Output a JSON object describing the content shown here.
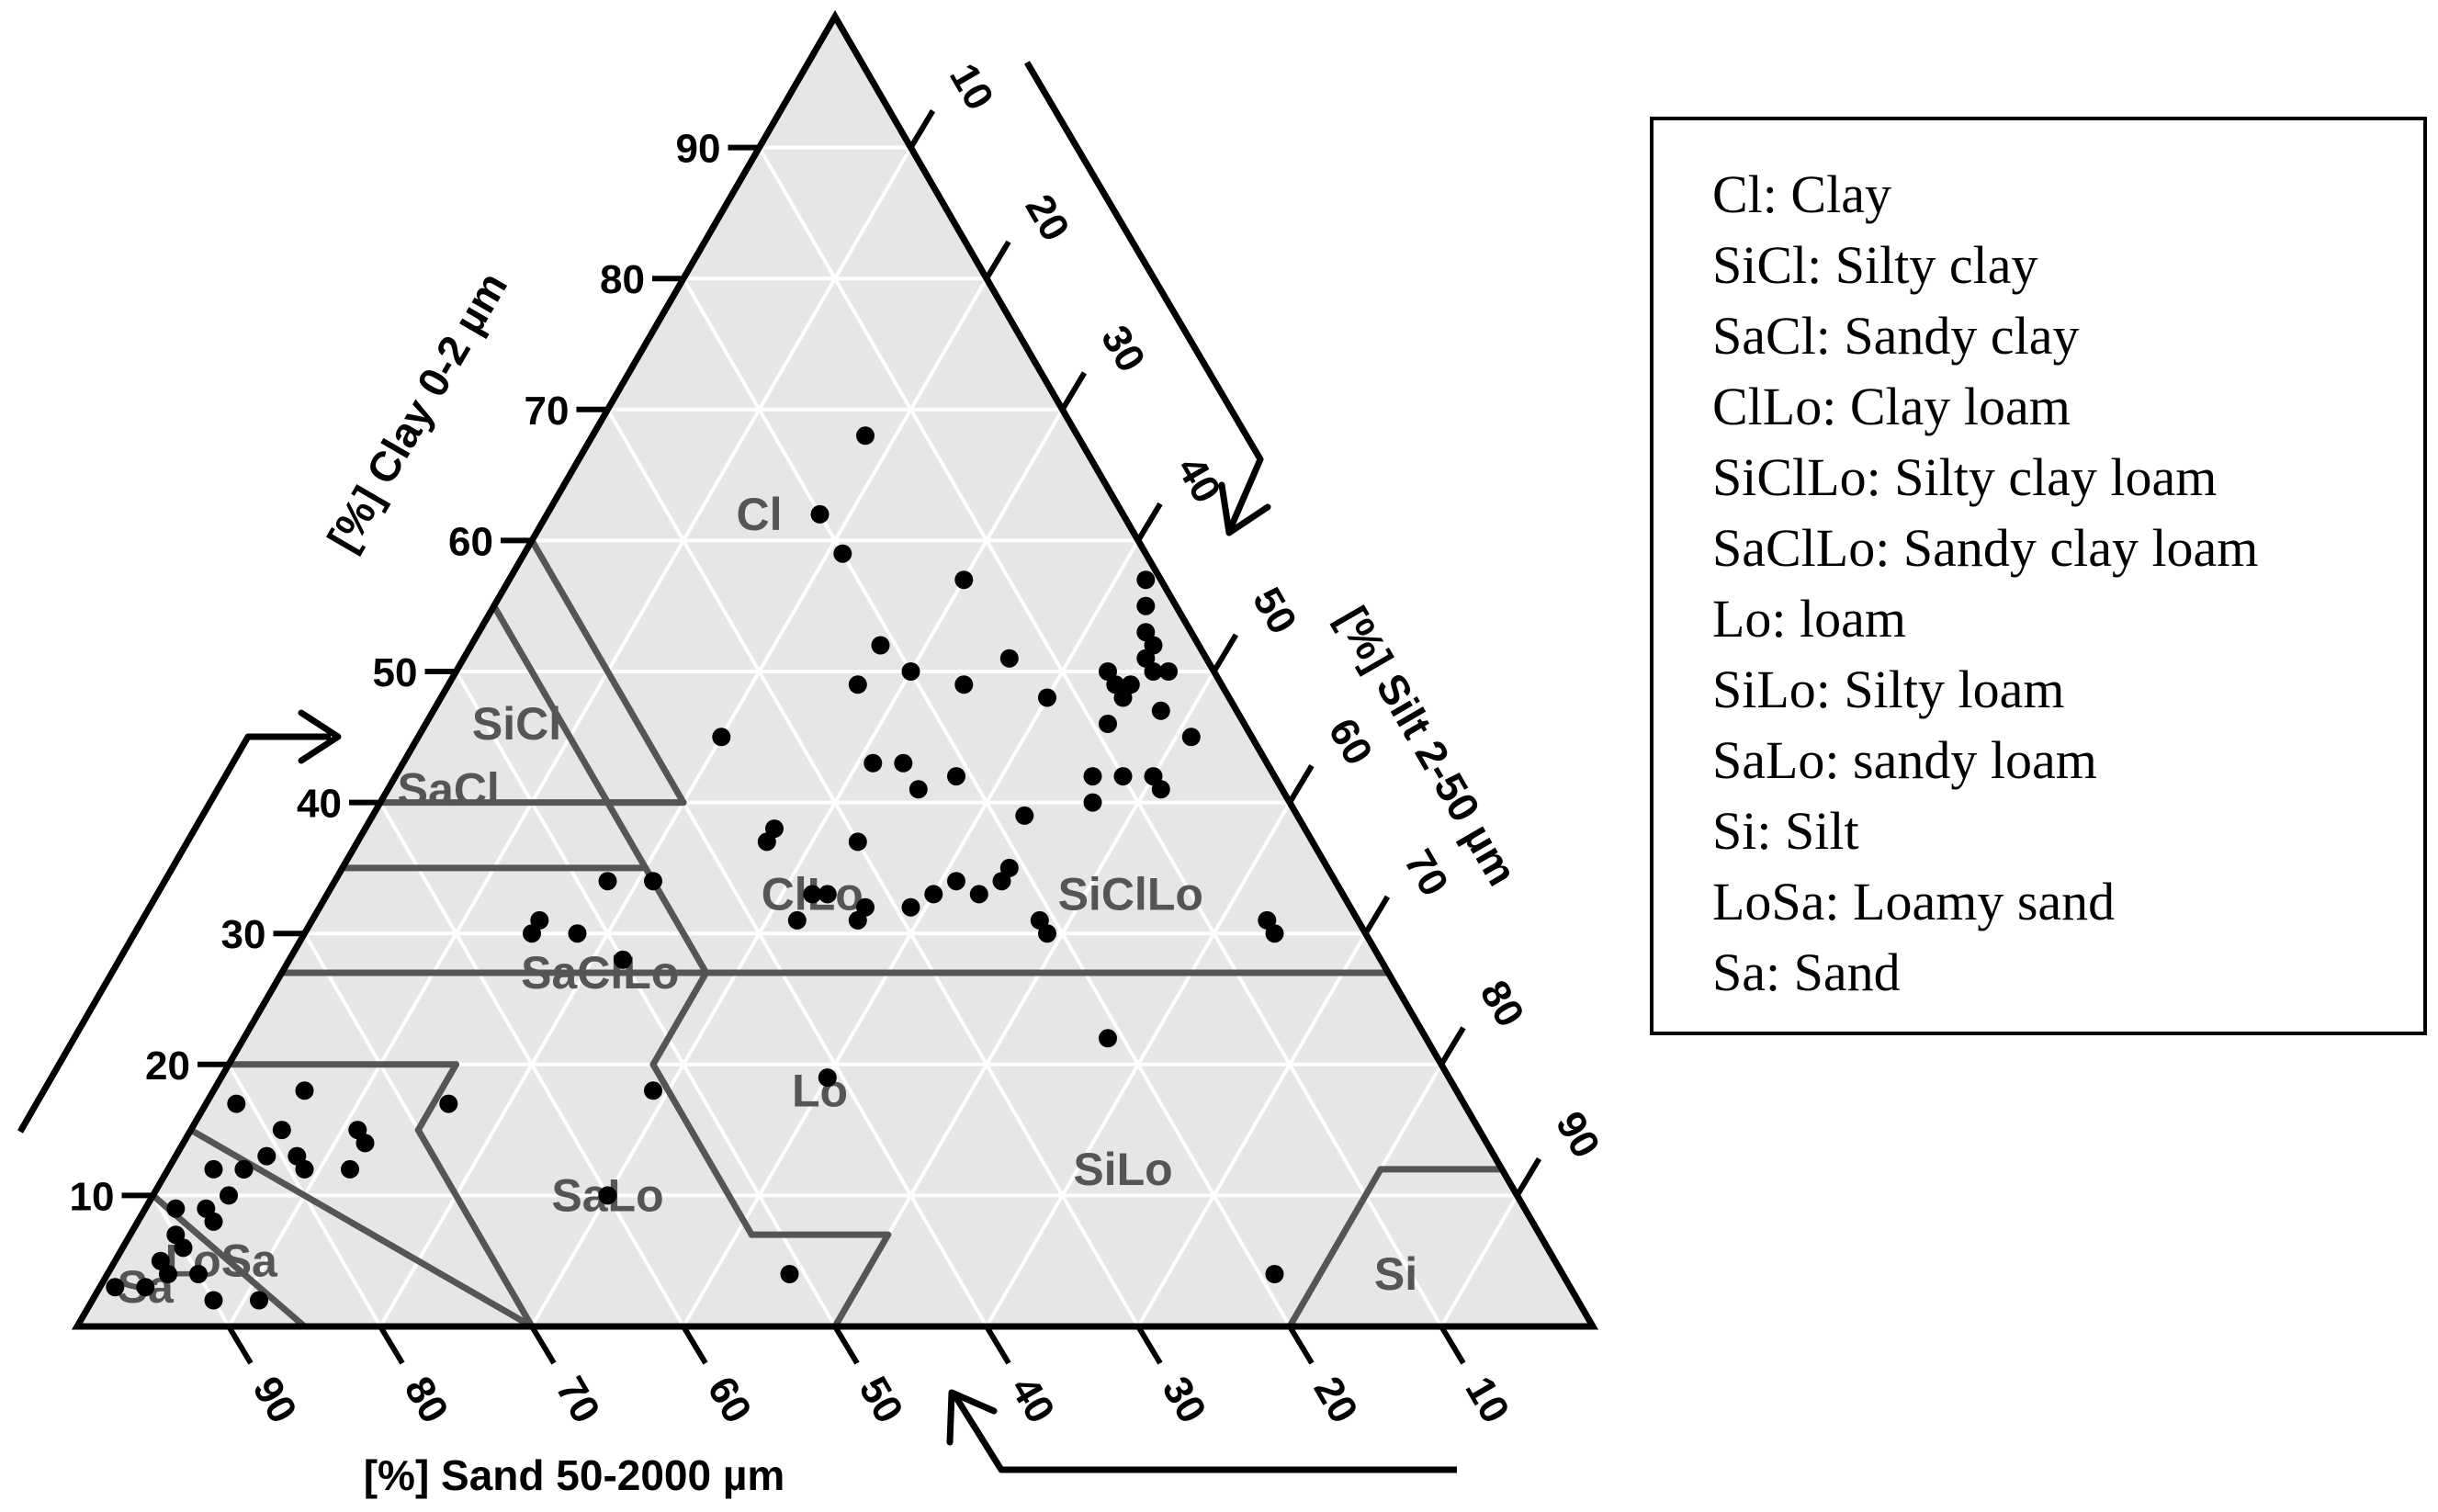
{
  "chart_data": {
    "type": "scatter",
    "subtype": "ternary",
    "axes": {
      "clay": {
        "title": "[%] Clay 0-2 µm",
        "ticks": [
          10,
          20,
          30,
          40,
          50,
          60,
          70,
          80,
          90
        ]
      },
      "silt": {
        "title": "[%] Silt 2-50 µm",
        "ticks": [
          10,
          20,
          30,
          40,
          50,
          60,
          70,
          80,
          90
        ]
      },
      "sand": {
        "title": "[%] Sand 50-2000 µm",
        "ticks": [
          90,
          80,
          70,
          60,
          50,
          40,
          30,
          20,
          10
        ]
      }
    },
    "grid": true,
    "colors": {
      "triangle_fill": "#e6e6e6",
      "grid": "#ffffff",
      "boundary": "#555555",
      "point": "#000000"
    },
    "regions": [
      {
        "code": "Cl",
        "polygon": [
          [
            100,
            0,
            0
          ],
          [
            55,
            0,
            45
          ],
          [
            40,
            15,
            45
          ],
          [
            40,
            20,
            40
          ],
          [
            60,
            0,
            40
          ]
        ],
        "label_at": [
          62,
          14,
          24
        ]
      },
      {
        "code": "SiCl",
        "polygon": [
          [
            60,
            0,
            40
          ],
          [
            40,
            20,
            40
          ],
          [
            40,
            0,
            60
          ]
        ],
        "label_at": [
          46,
          6,
          48
        ]
      },
      {
        "code": "SaCl",
        "polygon": [
          [
            55,
            0,
            45
          ],
          [
            35,
            20,
            45
          ],
          [
            35,
            0,
            65
          ]
        ],
        "label_at": [
          41,
          4,
          55
        ]
      },
      {
        "code": "ClLo",
        "polygon": [
          [
            40,
            20,
            40
          ],
          [
            40,
            15,
            45
          ],
          [
            27,
            28,
            45
          ],
          [
            27,
            0,
            73
          ]
        ],
        "label_at": [
          33,
          32,
          35
        ]
      },
      {
        "code": "SiClLo",
        "polygon": [
          [
            40,
            20,
            40
          ],
          [
            40,
            0,
            60
          ],
          [
            27,
            0,
            73
          ],
          [
            27,
            20,
            53
          ]
        ],
        "label_at": [
          33,
          53,
          14
        ]
      },
      {
        "code": "SaClLo",
        "polygon": [
          [
            35,
            0,
            65
          ],
          [
            20,
            0,
            80
          ],
          [
            20,
            28,
            52
          ],
          [
            27,
            28,
            45
          ],
          [
            35,
            20,
            45
          ]
        ],
        "label_at": [
          27,
          21,
          52
        ]
      },
      {
        "code": "Lo",
        "polygon": [
          [
            27,
            28,
            45
          ],
          [
            20,
            28,
            52
          ],
          [
            7,
            41,
            52
          ],
          [
            7,
            50,
            43
          ],
          [
            27,
            50,
            23
          ]
        ],
        "label_at": [
          18,
          40,
          42
        ]
      },
      {
        "code": "SiLo",
        "polygon": [
          [
            27,
            50,
            23
          ],
          [
            7,
            50,
            43
          ],
          [
            0,
            50,
            50
          ],
          [
            0,
            80,
            20
          ],
          [
            12,
            80,
            8
          ],
          [
            12,
            88,
            0
          ],
          [
            27,
            73,
            0
          ]
        ],
        "label_at": [
          12,
          63,
          25
        ]
      },
      {
        "code": "SaLo",
        "polygon": [
          [
            20,
            0,
            80
          ],
          [
            0,
            0,
            100
          ],
          [
            0,
            30,
            70
          ],
          [
            15,
            15,
            70
          ],
          [
            20,
            15,
            65
          ]
        ],
        "label_at": [
          10,
          30,
          60
        ]
      },
      {
        "code": "Si",
        "polygon": [
          [
            12,
            88,
            0
          ],
          [
            12,
            80,
            8
          ],
          [
            0,
            80,
            20
          ],
          [
            0,
            100,
            0
          ]
        ],
        "label_at": [
          4,
          85,
          11
        ]
      },
      {
        "code": "LoSa",
        "polygon": [
          [
            15,
            0,
            85
          ],
          [
            10,
            0,
            90
          ],
          [
            0,
            15,
            85
          ],
          [
            0,
            30,
            70
          ]
        ],
        "label_at": [
          5,
          7,
          88
        ]
      },
      {
        "code": "Sa",
        "polygon": [
          [
            10,
            0,
            90
          ],
          [
            0,
            0,
            100
          ],
          [
            0,
            15,
            85
          ]
        ],
        "label_at": [
          3,
          3,
          94
        ]
      }
    ],
    "boundaries": [
      [
        [
          55,
          0,
          45
        ],
        [
          35,
          20,
          45
        ]
      ],
      [
        [
          35,
          20,
          45
        ],
        [
          27,
          28,
          45
        ]
      ],
      [
        [
          27,
          28,
          45
        ],
        [
          20,
          28,
          52
        ]
      ],
      [
        [
          20,
          28,
          52
        ],
        [
          7,
          41,
          52
        ]
      ],
      [
        [
          7,
          41,
          52
        ],
        [
          7,
          50,
          43
        ]
      ],
      [
        [
          7,
          50,
          43
        ],
        [
          0,
          50,
          50
        ]
      ],
      [
        [
          40,
          0,
          60
        ],
        [
          40,
          20,
          40
        ]
      ],
      [
        [
          40,
          20,
          40
        ],
        [
          60,
          0,
          40
        ]
      ],
      [
        [
          35,
          0,
          65
        ],
        [
          35,
          20,
          45
        ]
      ],
      [
        [
          40,
          15,
          45
        ],
        [
          40,
          20,
          40
        ]
      ],
      [
        [
          27,
          0,
          73
        ],
        [
          27,
          28,
          45
        ]
      ],
      [
        [
          27,
          28,
          45
        ],
        [
          27,
          50,
          23
        ]
      ],
      [
        [
          27,
          50,
          23
        ],
        [
          27,
          73,
          0
        ]
      ],
      [
        [
          20,
          0,
          80
        ],
        [
          20,
          15,
          65
        ]
      ],
      [
        [
          20,
          15,
          65
        ],
        [
          15,
          15,
          70
        ]
      ],
      [
        [
          15,
          15,
          70
        ],
        [
          0,
          30,
          70
        ]
      ],
      [
        [
          12,
          88,
          0
        ],
        [
          12,
          80,
          8
        ]
      ],
      [
        [
          12,
          80,
          8
        ],
        [
          0,
          80,
          20
        ]
      ],
      [
        [
          15,
          0,
          85
        ],
        [
          0,
          30,
          70
        ]
      ],
      [
        [
          10,
          0,
          90
        ],
        [
          0,
          15,
          85
        ]
      ]
    ],
    "points": [
      [
        68,
        18,
        14
      ],
      [
        62,
        18,
        20
      ],
      [
        59,
        21,
        20
      ],
      [
        57,
        30,
        13
      ],
      [
        52,
        27,
        21
      ],
      [
        51,
        36,
        13
      ],
      [
        49,
        27,
        24
      ],
      [
        49,
        34,
        17
      ],
      [
        50,
        30,
        20
      ],
      [
        45,
        20,
        35
      ],
      [
        43,
        31,
        26
      ],
      [
        43,
        33,
        24
      ],
      [
        41,
        35,
        24
      ],
      [
        42,
        37,
        21
      ],
      [
        48,
        40,
        12
      ],
      [
        50,
        43,
        7
      ],
      [
        49,
        44,
        7
      ],
      [
        49,
        45,
        6
      ],
      [
        48,
        45,
        7
      ],
      [
        50,
        47,
        3
      ],
      [
        50,
        46,
        4
      ],
      [
        51,
        45,
        4
      ],
      [
        52,
        45,
        3
      ],
      [
        53,
        44,
        3
      ],
      [
        55,
        43,
        2
      ],
      [
        57,
        42,
        1
      ],
      [
        47,
        48,
        5
      ],
      [
        46,
        45,
        9
      ],
      [
        45,
        51,
        4
      ],
      [
        42,
        48,
        10
      ],
      [
        42,
        46,
        12
      ],
      [
        42,
        50,
        8
      ],
      [
        41,
        51,
        8
      ],
      [
        40,
        47,
        13
      ],
      [
        39,
        43,
        18
      ],
      [
        38,
        27,
        35
      ],
      [
        37,
        27,
        36
      ],
      [
        37,
        33,
        30
      ],
      [
        34,
        41,
        25
      ],
      [
        35,
        44,
        21
      ],
      [
        34,
        44,
        22
      ],
      [
        32,
        39,
        29
      ],
      [
        33,
        43,
        24
      ],
      [
        32,
        36,
        32
      ],
      [
        31,
        36,
        33
      ],
      [
        31,
        48,
        21
      ],
      [
        30,
        49,
        21
      ],
      [
        33,
        40,
        27
      ],
      [
        31,
        32,
        37
      ],
      [
        34,
        18,
        48
      ],
      [
        34,
        21,
        45
      ],
      [
        30,
        18,
        52
      ],
      [
        31,
        15,
        54
      ],
      [
        30,
        15,
        55
      ],
      [
        28,
        22,
        50
      ],
      [
        30,
        64,
        6
      ],
      [
        22,
        57,
        21
      ],
      [
        19,
        40,
        41
      ],
      [
        18,
        29,
        53
      ],
      [
        17,
        16,
        67
      ],
      [
        18,
        6,
        76
      ],
      [
        17,
        2,
        81
      ],
      [
        15,
        6,
        79
      ],
      [
        13,
        6,
        81
      ],
      [
        13,
        8,
        79
      ],
      [
        12,
        5,
        83
      ],
      [
        12,
        3,
        85
      ],
      [
        12,
        5,
        83
      ],
      [
        12,
        9,
        79
      ],
      [
        14,
        12,
        74
      ],
      [
        15,
        11,
        74
      ],
      [
        12,
        12,
        76
      ],
      [
        10,
        5,
        85
      ],
      [
        9,
        2,
        89
      ],
      [
        9,
        4,
        87
      ],
      [
        8,
        5,
        87
      ],
      [
        7,
        3,
        90
      ],
      [
        6,
        4,
        90
      ],
      [
        5,
        3,
        92
      ],
      [
        4,
        6,
        90
      ],
      [
        4,
        4,
        92
      ],
      [
        3,
        1,
        96
      ],
      [
        3,
        3,
        94
      ],
      [
        2,
        8,
        90
      ],
      [
        2,
        11,
        87
      ],
      [
        10,
        30,
        60
      ],
      [
        4,
        45,
        51
      ],
      [
        4,
        77,
        19
      ],
      [
        31,
        63,
        6
      ],
      [
        33,
        32,
        35
      ],
      [
        33,
        33,
        34
      ]
    ],
    "legend": [
      "Cl: Clay",
      "SiCl: Silty clay",
      "SaCl: Sandy clay",
      "ClLo: Clay loam",
      "SiClLo: Silty clay loam",
      "SaClLo: Sandy clay loam",
      "Lo: loam",
      "SiLo: Silty loam",
      "SaLo: sandy loam",
      "Si: Silt",
      "LoSa: Loamy sand",
      "Sa: Sand"
    ],
    "legend_position": "right"
  }
}
